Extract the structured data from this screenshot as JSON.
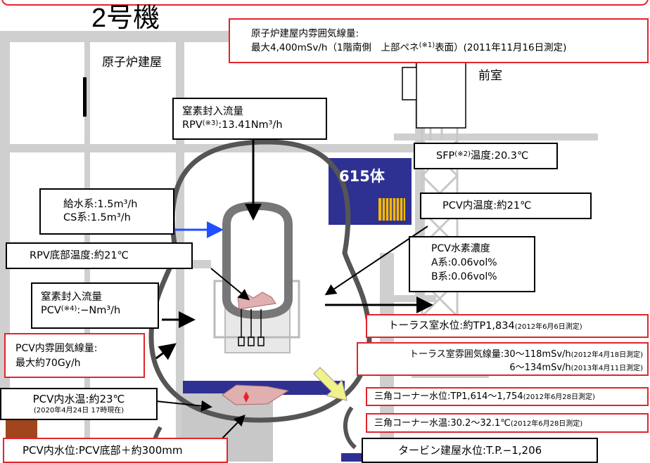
{
  "unit_title": "2号機",
  "building_label": "原子炉建屋",
  "anteroom_label": "前室",
  "spent_fuel_count": "615体",
  "atmosphere": {
    "line1": "原子炉建屋内雰囲気線量:",
    "line2a": "最大4,400mSv/h（1階南側　上部ペネ",
    "line2_sup": "(※1)",
    "line2b": "表面）(2011年11月16日測定)"
  },
  "nitrogen_rpv": {
    "line1": "窒素封入流量",
    "line2a": "RPV",
    "sup": "(※3)",
    "line2b": ":13.41Nm³/h"
  },
  "sfp_temp": {
    "label_a": "SFP",
    "sup": "(※2)",
    "label_b": "温度:20.3℃"
  },
  "feedwater": {
    "line1": "給水系:1.5m³/h",
    "line2": "CS系:1.5m³/h"
  },
  "pcv_temp": "PCV内温度:約21℃",
  "rpv_bottom_temp": "RPV底部温度:約21℃",
  "hydrogen": {
    "title": "PCV水素濃度",
    "a": "A系:0.06vol%",
    "b": "B系:0.06vol%"
  },
  "nitrogen_pcv": {
    "line1": "窒素封入流量",
    "line2a": "PCV",
    "sup": "(※4)",
    "line2b": ":−Nm³/h"
  },
  "torus_level": {
    "main": "トーラス室水位:約TP1,834",
    "note": "(2012年6月6日測定)"
  },
  "pcv_dose": {
    "line1": "PCV内雰囲気線量:",
    "line2": "最大約70Gy/h"
  },
  "torus_dose": {
    "line1_main": "トーラス室雰囲気線量:30～118mSv/h",
    "line1_note": "(2012年4月18日測定)",
    "line2_main": "6～134mSv/h",
    "line2_note": "(2013年4月11日測定)"
  },
  "pcv_water_temp": {
    "main": "PCV内水温:約23℃",
    "note": "(2020年4月24日 17時現在)"
  },
  "corner_level": {
    "main": "三角コーナー水位:TP1,614～1,754",
    "note": "(2012年6月28日測定)"
  },
  "corner_temp": {
    "main": "三角コーナー水温:30.2～32.1℃",
    "note": "(2012年6月28日測定)"
  },
  "pcv_water_level": "PCV内水位:PCV底部＋約300mm",
  "turbine_level": "タービン建屋水位:T.P.−1,206",
  "colors": {
    "accent_red": "#e3242b",
    "navy": "#2e3192",
    "gray": "#c8c8c8",
    "vessel": "#555555",
    "fuel_yellow": "#f5b800",
    "feed_arrow": "#1f4fff"
  }
}
